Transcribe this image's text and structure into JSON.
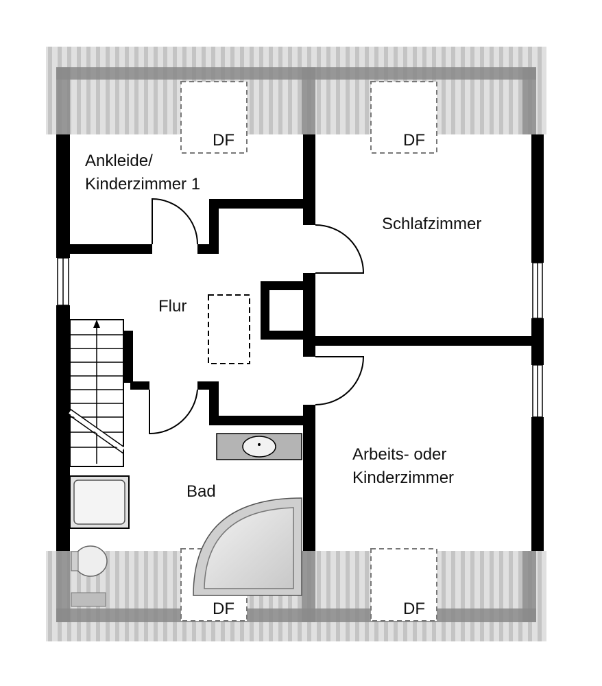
{
  "rooms": {
    "ankleide": {
      "line1": "Ankleide/",
      "line2": "Kinderzimmer 1"
    },
    "schlafzimmer": {
      "label": "Schlafzimmer"
    },
    "flur": {
      "label": "Flur"
    },
    "bad": {
      "label": "Bad"
    },
    "arbeitszimmer": {
      "line1": "Arbeits- oder",
      "line2": "Kinderzimmer"
    }
  },
  "roof_windows": {
    "top_left": "DF",
    "top_right": "DF",
    "bottom_left": "DF",
    "bottom_right": "DF"
  },
  "colors": {
    "wall": "#000000",
    "roof_light": "#dcdcdc",
    "roof_dark": "#8a8a8a",
    "fixture": "#b4b4b4"
  }
}
